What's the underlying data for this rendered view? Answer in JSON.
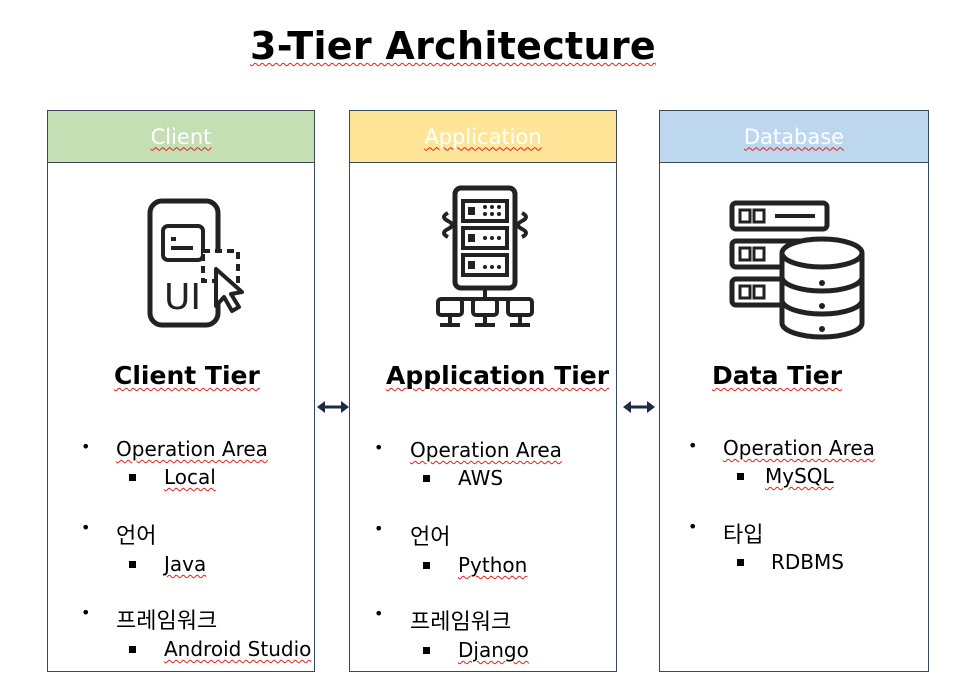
{
  "title": "3-Tier Architecture",
  "columns": [
    {
      "header": "Client",
      "header_color": "#c5dfb4",
      "icon": "mobile-ui-icon",
      "tier": "Client Tier",
      "sections": [
        {
          "label": "Operation Area",
          "item": "Local"
        },
        {
          "label": "언어",
          "item": "Java"
        },
        {
          "label": "프레임워크",
          "item": "Android Studio"
        }
      ]
    },
    {
      "header": "Application",
      "header_color": "#ffe598",
      "icon": "server-rack-icon",
      "tier": "Application Tier",
      "sections": [
        {
          "label": "Operation Area",
          "item": "AWS"
        },
        {
          "label": "언어",
          "item": "Python"
        },
        {
          "label": "프레임워크",
          "item": "Django"
        }
      ]
    },
    {
      "header": "Database",
      "header_color": "#bdd7ee",
      "icon": "database-server-icon",
      "tier": "Data Tier",
      "sections": [
        {
          "label": "Operation Area",
          "item": "MySQL"
        },
        {
          "label": "타입",
          "item": "RDBMS"
        }
      ]
    }
  ],
  "connector_color": "#1f2a44"
}
